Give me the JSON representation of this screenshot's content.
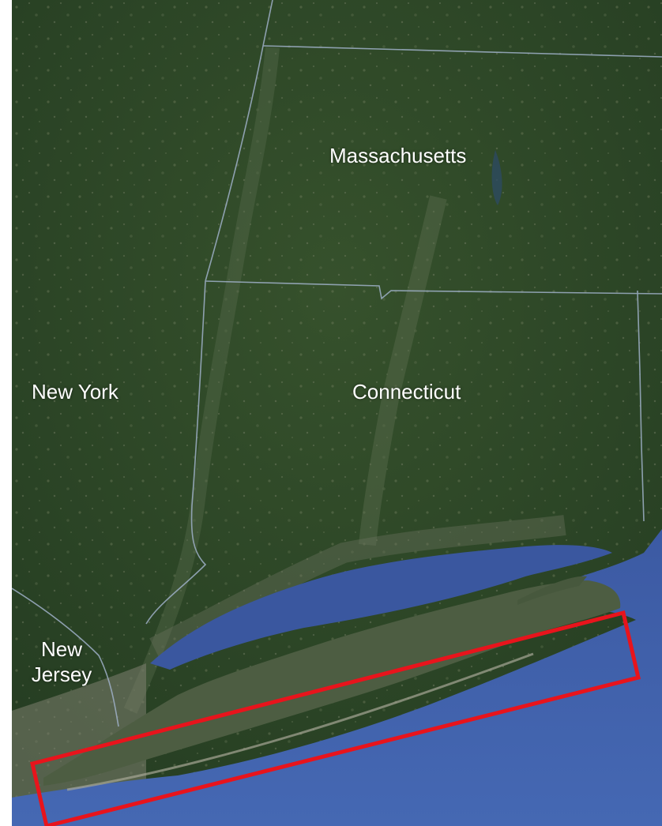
{
  "map": {
    "type": "satellite",
    "colors": {
      "land": "#2f4a2a",
      "land_light": "#4d6142",
      "urban": "#8a8a7a",
      "water": "#3f5ea6",
      "water_deep": "#324d94",
      "border": "#9fb0c8",
      "highlight": "#e8141c"
    }
  },
  "labels": {
    "massachusetts": "Massachusetts",
    "new_york": "New York",
    "connecticut": "Connecticut",
    "new_jersey_line1": "New",
    "new_jersey_line2": "Jersey"
  },
  "highlight": {
    "shape": "rectangle",
    "region": "Long Island"
  }
}
